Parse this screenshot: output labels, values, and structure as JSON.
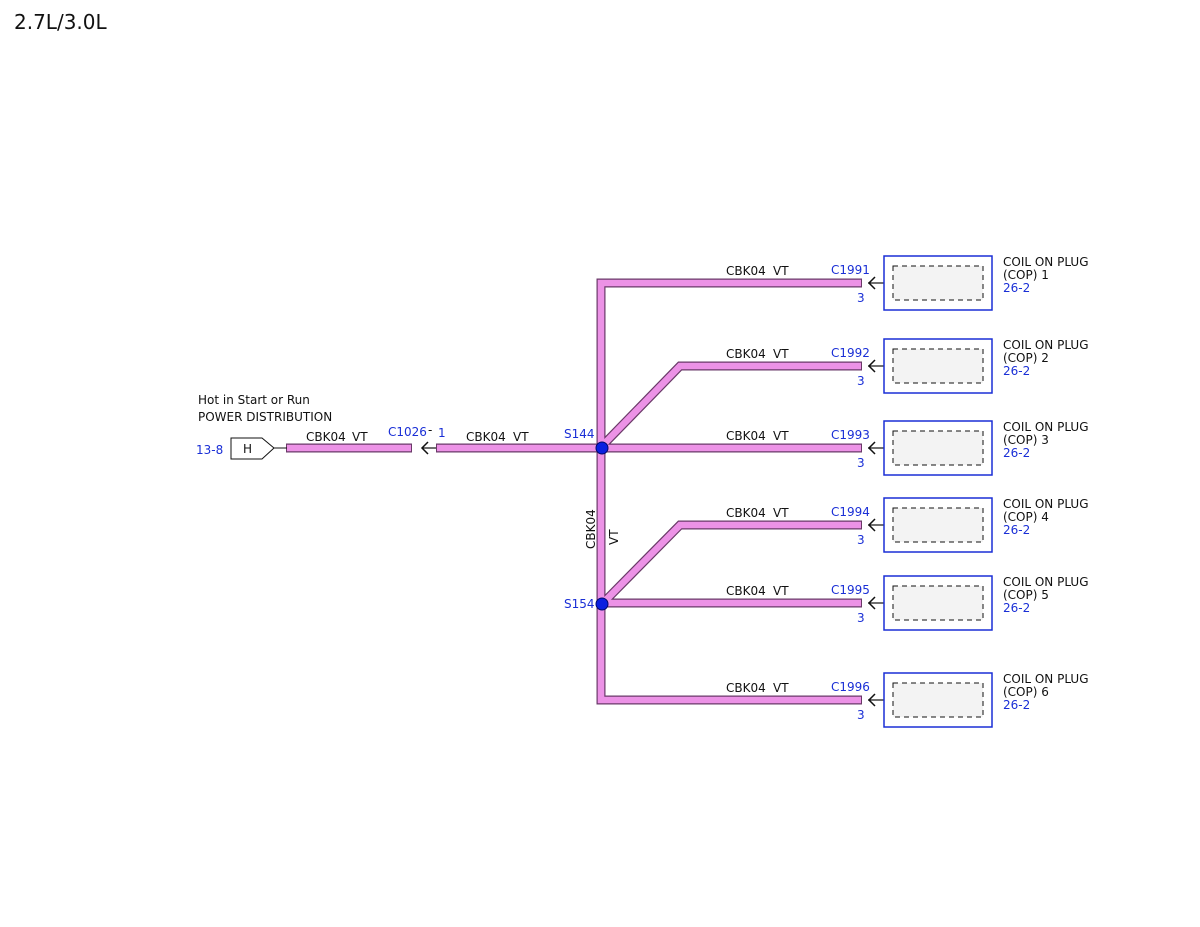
{
  "title": "2.7L/3.0L",
  "source": {
    "line1": "Hot in Start or Run",
    "line2": "POWER DISTRIBUTION",
    "ref": "13-8",
    "connector_letter": "H"
  },
  "main_wire": {
    "left_circuit": "CBK04",
    "left_color": "VT",
    "connector": "C1026",
    "connector_sep": "-",
    "connector_pin": "1",
    "right_circuit": "CBK04",
    "right_color": "VT"
  },
  "splices": {
    "top": "S144",
    "bottom": "S154"
  },
  "vertical_wire": {
    "circuit": "CBK04",
    "color": "VT"
  },
  "branches": [
    {
      "circuit": "CBK04",
      "color": "VT",
      "connector": "C1991",
      "pin": "3",
      "label1": "COIL ON PLUG",
      "label2": "(COP) 1",
      "ref": "26-2"
    },
    {
      "circuit": "CBK04",
      "color": "VT",
      "connector": "C1992",
      "pin": "3",
      "label1": "COIL ON PLUG",
      "label2": "(COP) 2",
      "ref": "26-2"
    },
    {
      "circuit": "CBK04",
      "color": "VT",
      "connector": "C1993",
      "pin": "3",
      "label1": "COIL ON PLUG",
      "label2": "(COP) 3",
      "ref": "26-2"
    },
    {
      "circuit": "CBK04",
      "color": "VT",
      "connector": "C1994",
      "pin": "3",
      "label1": "COIL ON PLUG",
      "label2": "(COP) 4",
      "ref": "26-2"
    },
    {
      "circuit": "CBK04",
      "color": "VT",
      "connector": "C1995",
      "pin": "3",
      "label1": "COIL ON PLUG",
      "label2": "(COP) 5",
      "ref": "26-2"
    },
    {
      "circuit": "CBK04",
      "color": "VT",
      "connector": "C1996",
      "pin": "3",
      "label1": "COIL ON PLUG",
      "label2": "(COP) 6",
      "ref": "26-2"
    }
  ],
  "colors": {
    "wire_fill": "#ec92e6",
    "wire_edge": "#6a3a68",
    "reference_text": "#1a2fd6",
    "splice_dot": "#0a1fe0"
  }
}
